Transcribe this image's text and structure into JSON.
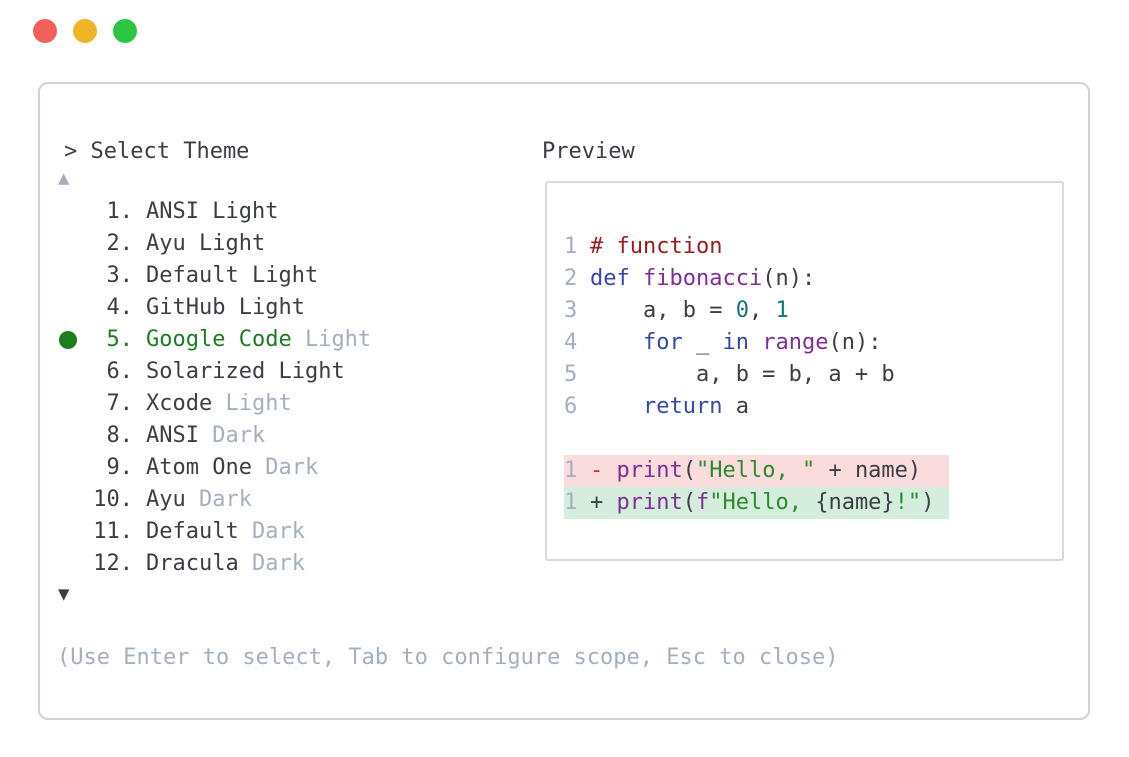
{
  "window": {
    "traffic_lights": [
      {
        "name": "close",
        "color": "#f2605a"
      },
      {
        "name": "minimize",
        "color": "#f0b429"
      },
      {
        "name": "zoom",
        "color": "#2dc643"
      }
    ]
  },
  "colors": {
    "text": "#3b3e46",
    "muted": "#a4afc1",
    "selected_green": "#1c7d21",
    "panel_border": "#ccd1da",
    "preview_border": "#d6d9e0",
    "diff_removed_bg": "#fadcdc",
    "diff_added_bg": "#d5eddc",
    "syntax_comment": "#9d1b1b",
    "syntax_keyword": "#3747ad",
    "syntax_function": "#7e2e96",
    "syntax_number": "#13767e",
    "syntax_string": "#2b8a2e",
    "diff_minus_sign": "#bf3732"
  },
  "theme_picker": {
    "prompt": "> Select Theme",
    "scroll_up_symbol": "▲",
    "scroll_down_symbol": "▼",
    "items": [
      {
        "num": "1.",
        "name": "ANSI",
        "variant": "Light",
        "muted": false,
        "selected": false
      },
      {
        "num": "2.",
        "name": "Ayu",
        "variant": "Light",
        "muted": false,
        "selected": false
      },
      {
        "num": "3.",
        "name": "Default",
        "variant": "Light",
        "muted": false,
        "selected": false
      },
      {
        "num": "4.",
        "name": "GitHub",
        "variant": "Light",
        "muted": false,
        "selected": false
      },
      {
        "num": "5.",
        "name": "Google Code",
        "variant": "Light",
        "muted": true,
        "selected": true
      },
      {
        "num": "6.",
        "name": "Solarized",
        "variant": "Light",
        "muted": false,
        "selected": false
      },
      {
        "num": "7.",
        "name": "Xcode",
        "variant": "Light",
        "muted": true,
        "selected": false
      },
      {
        "num": "8.",
        "name": "ANSI",
        "variant": "Dark",
        "muted": true,
        "selected": false
      },
      {
        "num": "9.",
        "name": "Atom One",
        "variant": "Dark",
        "muted": true,
        "selected": false
      },
      {
        "num": "10.",
        "name": "Ayu",
        "variant": "Dark",
        "muted": true,
        "selected": false
      },
      {
        "num": "11.",
        "name": "Default",
        "variant": "Dark",
        "muted": true,
        "selected": false
      },
      {
        "num": "12.",
        "name": "Dracula",
        "variant": "Dark",
        "muted": true,
        "selected": false
      }
    ],
    "help_text": "(Use Enter to select, Tab to configure scope, Esc to close)"
  },
  "preview": {
    "label": "Preview",
    "code_lines": [
      {
        "num": "1",
        "segments": [
          [
            "# function",
            "comment"
          ]
        ]
      },
      {
        "num": "2",
        "segments": [
          [
            "def",
            "keyword"
          ],
          [
            " ",
            "default"
          ],
          [
            "fibonacci",
            "function"
          ],
          [
            "(n):",
            "default"
          ]
        ]
      },
      {
        "num": "3",
        "segments": [
          [
            "    a, b = ",
            "default"
          ],
          [
            "0",
            "number"
          ],
          [
            ", ",
            "default"
          ],
          [
            "1",
            "number"
          ]
        ]
      },
      {
        "num": "4",
        "segments": [
          [
            "    ",
            "default"
          ],
          [
            "for",
            "keyword"
          ],
          [
            " _ ",
            "default"
          ],
          [
            "in",
            "keyword"
          ],
          [
            " ",
            "default"
          ],
          [
            "range",
            "function"
          ],
          [
            "(n):",
            "default"
          ]
        ]
      },
      {
        "num": "5",
        "segments": [
          [
            "        a, b = b, a + b",
            "default"
          ]
        ]
      },
      {
        "num": "6",
        "segments": [
          [
            "    ",
            "default"
          ],
          [
            "return",
            "keyword"
          ],
          [
            " a",
            "default"
          ]
        ]
      }
    ],
    "diff_lines": [
      {
        "num": "1",
        "kind": "removed",
        "segments": [
          [
            "- ",
            "minus"
          ],
          [
            "print",
            "function"
          ],
          [
            "(",
            "default"
          ],
          [
            "\"Hello, \"",
            "string"
          ],
          [
            " + name)",
            "default"
          ]
        ]
      },
      {
        "num": "1",
        "kind": "added",
        "segments": [
          [
            "+ ",
            "default"
          ],
          [
            "print",
            "function"
          ],
          [
            "(",
            "default"
          ],
          [
            "f",
            "function"
          ],
          [
            "\"Hello, ",
            "string"
          ],
          [
            "{name}",
            "default"
          ],
          [
            "!\"",
            "string"
          ],
          [
            ")",
            "default"
          ]
        ]
      }
    ]
  }
}
